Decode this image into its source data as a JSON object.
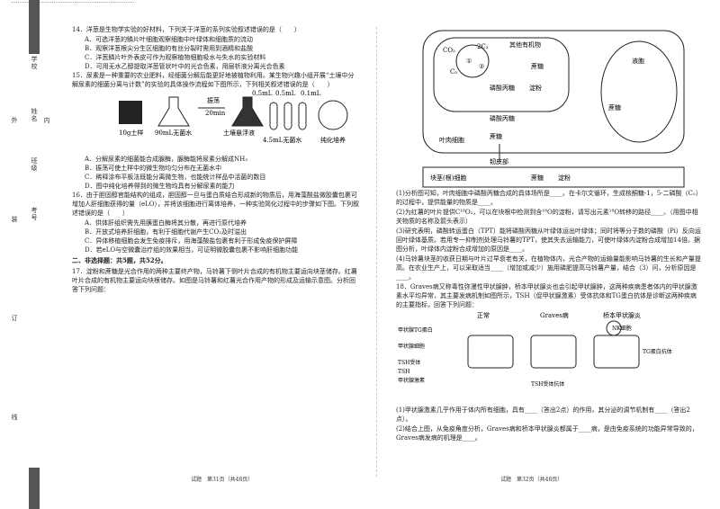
{
  "binding": {
    "labels": [
      "学校",
      "姓名",
      "班级",
      "考号"
    ],
    "side_marks": [
      "外",
      "内",
      "装",
      "订",
      "线"
    ]
  },
  "left_page": {
    "q14": {
      "stem": "14．洋葱是生物学实验的好材料，下列关于洋葱的系列实验叙述错误的是（　　）",
      "options": [
        "A．可选洋葱的鳞片叶细胞观察细胞中叶绿体和细胞质的流动",
        "B．观察洋葱根尖分生区细胞的有丝分裂时需用到酒精和盐酸",
        "C．洋葱鳞片叶外表皮可作为观察植物细胞吸水与失水的实验材料",
        "D．可用无水乙醇提取洋葱管状叶中的光合色素，用层析液分离光合色素"
      ]
    },
    "q15": {
      "stem": "15．尿素是一种重要的农业肥料，经细菌分解后能更好地被植物利用。某生物兴趣小组开展“土壤中分解尿素的细菌分离与计数”的实验的具体操作流程如下图所示，下列相关叙述错误的是（　　）",
      "figure": {
        "soil": "10g土样",
        "water": "90mL无菌水",
        "shake": "振荡",
        "time": "20min",
        "suspension": "土壤悬浮液",
        "vol1": "0.5mL",
        "vol2": "0.5mL",
        "vol3": "0.1mL",
        "tubes": "4.5mL无菌水",
        "culture": "纯化培养"
      },
      "options": [
        "A．分解尿素的细菌能合成脲酶，脲酶能将尿素分解成NH₃",
        "B．振荡可使土样中的微生物均匀分布在无菌水中",
        "C．稀释涂布平板法既能分离微生物，也能统计样品中活菌的数目",
        "D．图中纯化培养得到的微生物均具有分解尿素的能力"
      ]
    },
    "q16": {
      "stem": "16．由于胆固醇官能结构的组成，胆固醇一旦与蛋白质结合形成新的物质后，用海藻酸盐微胶囊包裹可增加人肝细胞获得的量（eLO），并将该细胞进行离体培养，一种实验简化过程中的步骤如下图。下列叙述错误的是（　　）",
      "options": [
        "A．供体肝组织需先用胰蛋白酶将其分散，再进行原代培养",
        "B．开放式培养肝细胞，有利于细胞代谢产生CO₂及时溢出",
        "C．异体移植细胞会发生免疫排斥，用海藻酸盐包裹有利于形成免疫保护屏障",
        "D．若eLO与空微囊治疗组的效果相当，可证明微胶囊包裹不影响肝细胞功能"
      ]
    },
    "section2": "二、非选择题：共5题，共52分。",
    "q17": "17．淀粉和蔗糖是光合作用的两种主要终产物，马铃薯下侧叶片合成的有机物主要运向块茎储存。红薯叶片合成的有机物主要运向块根储存。如图是马铃薯和红薯光合作用产物的形成及运输示意图。分析回答下列问题：",
    "footer": "试题　第31页（共48页）"
  },
  "right_page": {
    "diagram": {
      "chloroplast_co2": "CO₂",
      "c5": "C₅",
      "c3": "2C₃",
      "circle1": "①",
      "circle2": "②",
      "other_organics": "其他有机物",
      "phosphate_triose": "磷酸丙糖",
      "starch_inner": "淀粉",
      "sucrose_inner": "蔗糖",
      "phosphate_triose2": "磷酸丙糖",
      "sucrose_lower": "蔗糖",
      "mesophyll": "叶肉细胞",
      "sieve": "韧皮部",
      "vacuole": "液胞",
      "vacuole_sucrose": "蔗糖",
      "tuber": "块茎(根)细胞",
      "sucrose_to": "蔗糖",
      "starch_out": "淀粉"
    },
    "q17_items": [
      "(1)分析图可知，叶肉细胞中磷酸丙糖合成的具体场所是____。在卡尔文循环，生成核酮糖-1，5-二磷酸（C₅）的过程中，提供能量的物质是____。",
      "(2)为红薯的叶片提供C¹⁸O₂，可以在块根中检测到含¹⁸O的淀粉，请写出元素¹⁸O转移的路径____。（用图中相关物质的名称及箭头表示）",
      "(3)研究表明，磷酸转运蛋白（TPT）能将磷酸丙糖从叶绿体运出叶绿体；同时将等分子数的磷酸（Pi）反向运回叶绿体基质。若用专一抑制剂处理马铃薯的TPT，使其失去运输能力，可使叶绿体内淀粉合成增加14倍。据图分析，叶绿体内淀粉合成增加的原因是____。",
      "(4)马铃薯块茎的收获日期与叶片过早衰老有关，在植物体内，光合产物的运输量能影响马铃薯的生长和产量提高。在农业生产上，可以采取适当____（增加或减少）施用磷肥提高马铃薯产量，结合（3）问，分析原因是____。"
    ],
    "q18_stem": "18．Graves病又称毒性弥漫性甲状腺肿，桥本甲状腺炎也会引起甲状腺肿，这两种疾病患者体内的甲状腺激素水平均异常，其主要发病机制如图所示，TSH（促甲状腺激素）受体抗体和TG蛋白抗体是诊断这两种疾病的主要指标，回答下列问题：",
    "thyroid_fig": {
      "col1": "正常",
      "col2": "Graves病",
      "col3": "桥本甲状腺炎",
      "lab_tg": "甲状腺TG蛋白",
      "lab_cell": "甲状腺细胞",
      "lab_receptor": "TSH受体",
      "lab_tsh": "TSH",
      "lab_hormone": "甲状腺激素",
      "lab_tsh_ab": "TSH受体抗体",
      "lab_nk": "NK细胞",
      "lab_tg_ab": "TG蛋白抗体"
    },
    "q18_items": [
      "(1)甲状腺激素几乎作用于体内所有细胞，具有____（答出2点）的作用，其分泌的调节机制有____（答出2点）。",
      "(2)结合上图，从免疫角度分析，Graves病和桥本甲状腺炎都属于____病，是由免疫系统的功能异常导致的，Graves病发病的机理是____。"
    ],
    "footer": "试题　第32页（共48页）"
  }
}
